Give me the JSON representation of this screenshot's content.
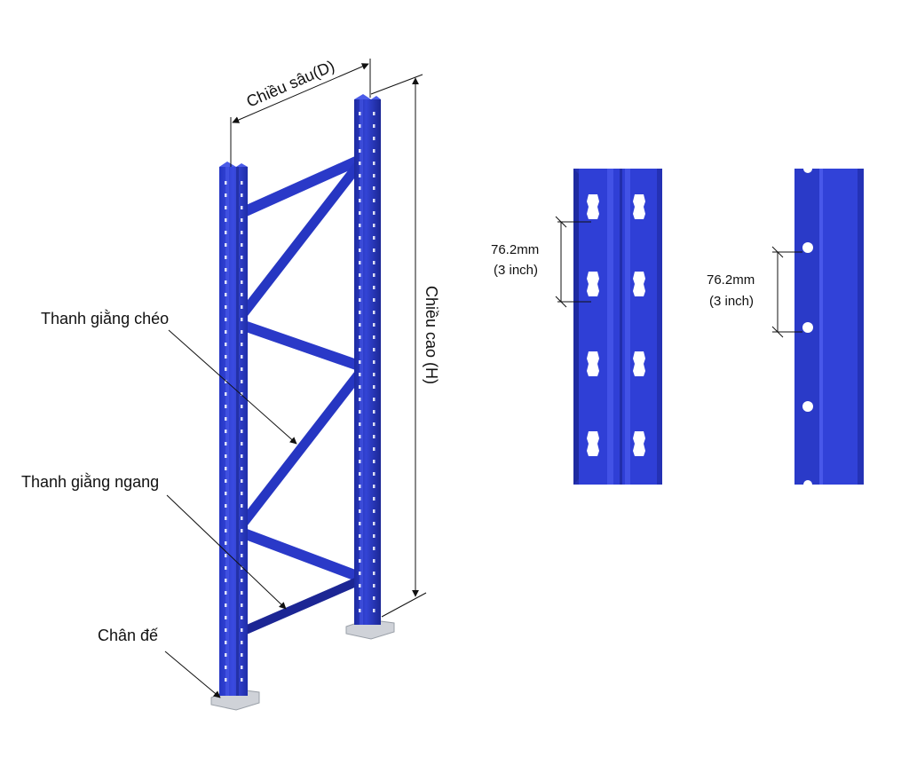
{
  "labels": {
    "depth": "Chiều sâu(D)",
    "height": "Chiều cao (H)",
    "diagonal_brace": "Thanh giằng chéo",
    "horizontal_brace": "Thanh giằng ngang",
    "base_plate": "Chân đế",
    "pitch_front_mm": "76.2mm",
    "pitch_front_inch": "(3 inch)",
    "pitch_side_mm": "76.2mm",
    "pitch_side_inch": "(3 inch)"
  },
  "colors": {
    "upright_blue": "#2f3fd0",
    "upright_dark": "#1e2a9a",
    "plate_gray": "#cfd2d8",
    "line": "#111111"
  }
}
